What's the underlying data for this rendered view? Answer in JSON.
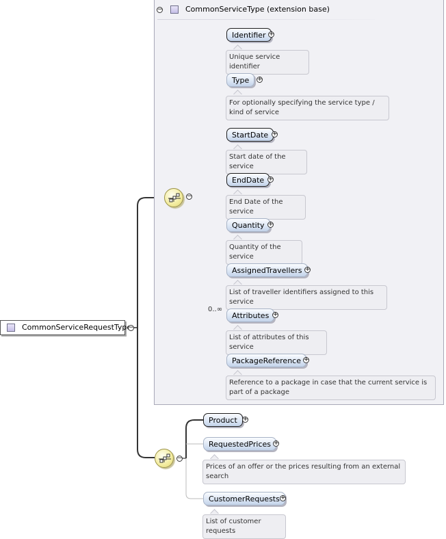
{
  "root": {
    "label": "CommonServiceRequestType"
  },
  "extension": {
    "title": "CommonServiceType (extension base)"
  },
  "colors": {
    "node_fill": "#dde7f5",
    "node_border": "#7f8fa6",
    "doc_fill": "#eeeef2",
    "sequence_fill": "#f3ec9e",
    "extension_fill": "#f1f1f5"
  },
  "extension_elements": [
    {
      "name": "Identifier",
      "required": true,
      "doc": "Unique service identifier"
    },
    {
      "name": "Type",
      "required": false,
      "doc": "For optionally specifying the service type / kind of service"
    },
    {
      "name": "StartDate",
      "required": true,
      "doc": "Start date of the service"
    },
    {
      "name": "EndDate",
      "required": true,
      "doc": "End Date of the service"
    },
    {
      "name": "Quantity",
      "required": false,
      "doc": "Quantity of the service"
    },
    {
      "name": "AssignedTravellers",
      "required": false,
      "doc": "List of traveller identifiers assigned to this service"
    },
    {
      "name": "Attributes",
      "required": false,
      "occurrence": "0..∞",
      "doc": "List of attributes of this service"
    },
    {
      "name": "PackageReference",
      "required": false,
      "doc": "Reference to a package in case that the current service is part of a package"
    }
  ],
  "own_elements": [
    {
      "name": "Product",
      "required": true,
      "doc": ""
    },
    {
      "name": "RequestedPrices",
      "required": false,
      "doc": "Prices of an offer or the prices resulting from an external search"
    },
    {
      "name": "CustomerRequests",
      "required": false,
      "doc": "List of customer requests"
    }
  ],
  "icons": {
    "expand": "plus-circle-icon",
    "collapse": "minus-circle-icon",
    "sequence": "sequence-compositor-icon",
    "complex_type": "complex-type-icon"
  }
}
